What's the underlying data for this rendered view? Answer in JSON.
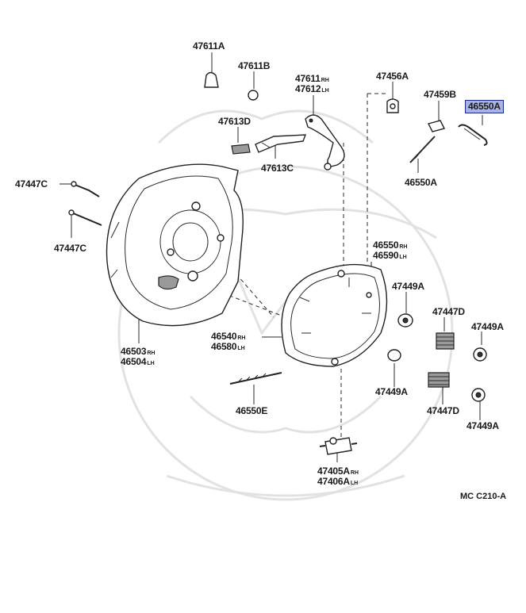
{
  "diagram": {
    "labels": {
      "p47611A": "47611A",
      "p47611B": "47611B",
      "p47611": "47611",
      "p47612": "47612",
      "p47456A": "47456A",
      "p47459B": "47459B",
      "p46550A_hl": "46550A",
      "p47613D": "47613D",
      "p47613C": "47613C",
      "p46550A": "46550A",
      "p47447C_top": "47447C",
      "p47447C_bot": "47447C",
      "p46550": "46550",
      "p46590": "46590",
      "p47449A_1": "47449A",
      "p47447D_1": "47447D",
      "p47449A_2": "47449A",
      "p46540": "46540",
      "p46580": "46580",
      "p46503": "46503",
      "p46504": "46504",
      "p47449A_3": "47449A",
      "p47447D_2": "47447D",
      "p47449A_4": "47449A",
      "p46550E": "46550E",
      "p47405A": "47405A",
      "p47406A": "47406A"
    },
    "suffixes": {
      "rh": "RH",
      "lh": "LH"
    },
    "figure_code": "MC C210-A",
    "highlight_color": "#a9b3e3",
    "highlight_border": "#1c2a86",
    "highlighted_part": "46550A"
  }
}
